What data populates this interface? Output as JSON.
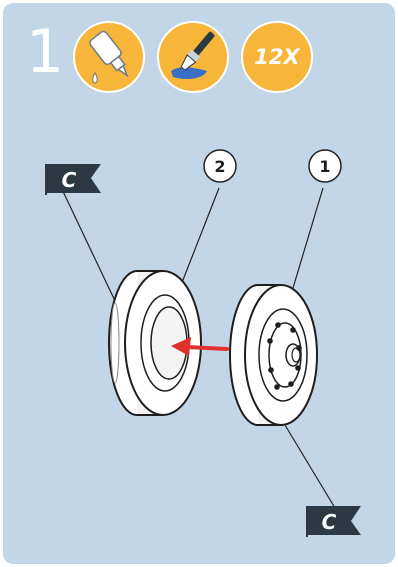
{
  "step": {
    "number": "1"
  },
  "badges": {
    "glue_icon": "glue-drop-icon",
    "paint_icon": "paintbrush-icon",
    "quantity": "12X"
  },
  "callouts": {
    "part_left": "2",
    "part_right": "1"
  },
  "flags": {
    "top_left": "C",
    "bottom_right": "C"
  },
  "colors": {
    "panel_background": "#c3d6e7",
    "badge_orange": "#f7b53a",
    "flag_dark": "#2c3842",
    "arrow_red": "#e0312c"
  }
}
